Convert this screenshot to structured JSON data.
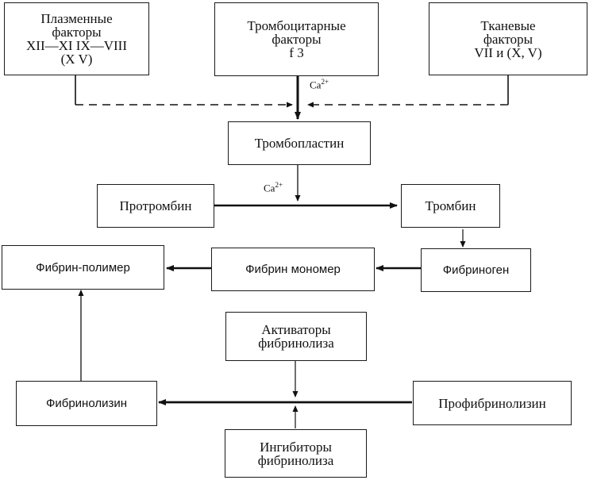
{
  "boxes": {
    "plasma": [
      "Плазменные",
      "факторы",
      "XII—XI  IX—VIII",
      "(X  V)"
    ],
    "platelet": [
      "Тромбоцитарные",
      "факторы",
      "f 3"
    ],
    "tissue": [
      "Тканевые",
      "факторы",
      "VII и (X, V)"
    ],
    "thromboplastin": "Тромбопластин",
    "prothrombin": "Протромбин",
    "thrombin": "Тромбин",
    "fibrin_polymer": "Фибрин-полимер",
    "fibrin_monomer": "Фибрин мономер",
    "fibrinogen": "Фибриноген",
    "activators": [
      "Активаторы",
      "фибринолиза"
    ],
    "fibrinolysin": "Фибринолизин",
    "profibrinolysin": "Профибринолизин",
    "inhibitors": [
      "Ингибиторы",
      "фибринолиза"
    ]
  },
  "labels": {
    "ca1": "Ca",
    "ca2": "Ca",
    "ca_sup": "2+"
  }
}
